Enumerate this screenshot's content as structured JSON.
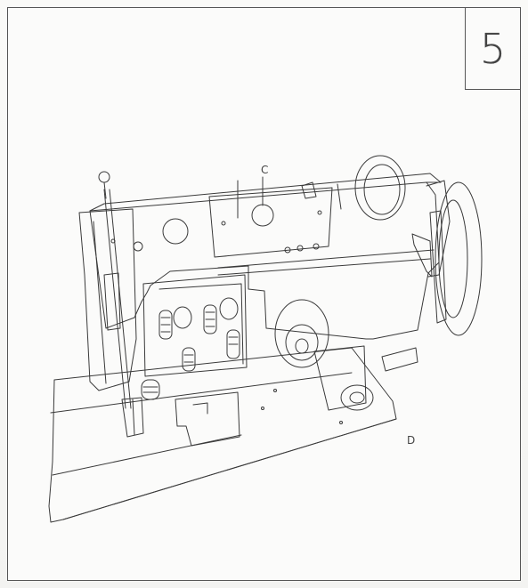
{
  "step": {
    "number": "5"
  },
  "callouts": {
    "c": "C",
    "d": "D"
  },
  "colors": {
    "line": "#3a3a3a",
    "frame": "#555555",
    "paper": "#fbfbfa"
  }
}
